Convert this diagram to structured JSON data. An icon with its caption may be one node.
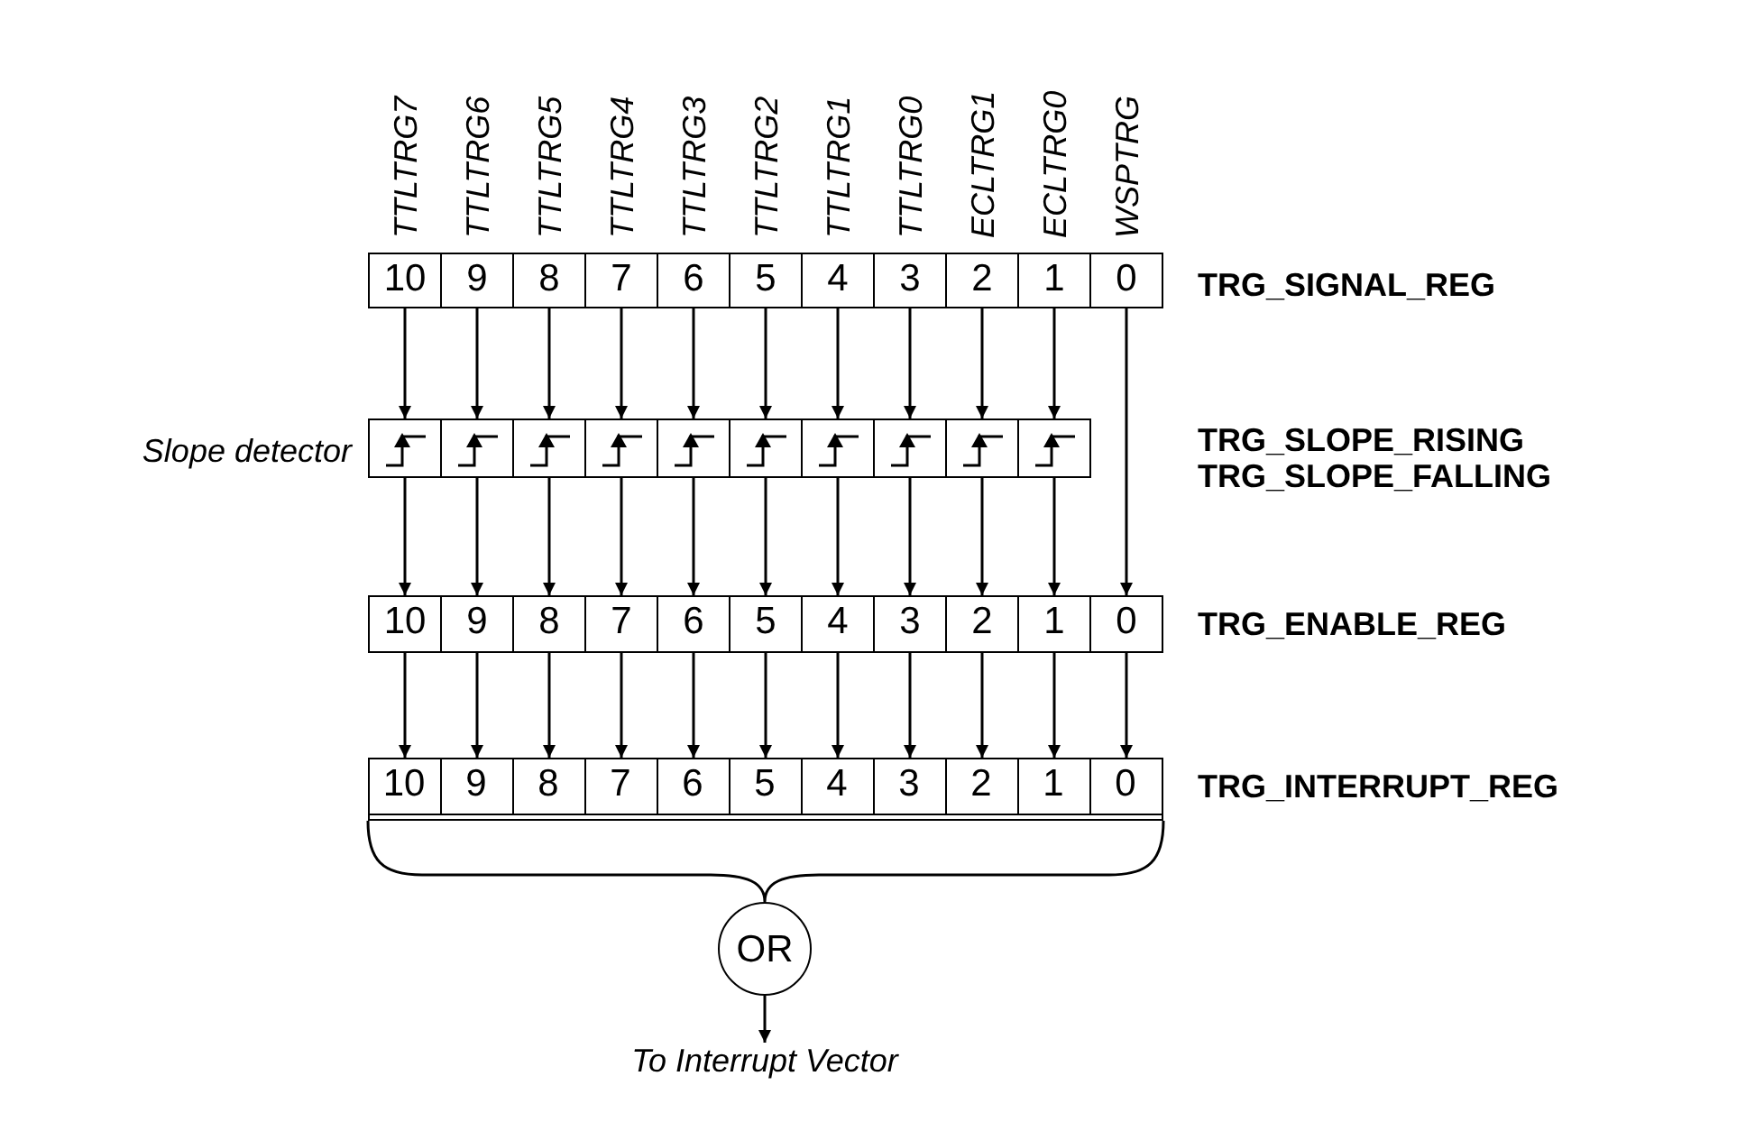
{
  "diagram": {
    "nodes": [
      {
        "text": [
          "10"
        ],
        "beside": [
          "TTLTRG7"
        ]
      },
      {
        "text": [
          "9"
        ],
        "beside": [
          "TTLTRG6"
        ]
      },
      {
        "text": [
          "8"
        ],
        "beside": [
          "TTLTRG5"
        ]
      },
      {
        "text": [
          "7"
        ],
        "beside": [
          "TTLTRG4"
        ]
      },
      {
        "text": [
          "6"
        ],
        "beside": [
          "TTLTRG3"
        ]
      },
      {
        "text": [
          "5"
        ],
        "beside": [
          "TTLTRG2"
        ]
      },
      {
        "text": [
          "4"
        ],
        "beside": [
          "TTLTRG1"
        ]
      },
      {
        "text": [
          "3"
        ],
        "beside": [
          "TTLTRG0"
        ]
      },
      {
        "text": [
          "2"
        ],
        "beside": [
          "ECLTRG1"
        ]
      },
      {
        "text": [
          "1"
        ],
        "beside": [
          "ECLTRG0"
        ]
      },
      {
        "text": [
          "0"
        ],
        "beside": [
          "WSPTRG"
        ]
      },
      {
        "text": [],
        "shape": "box"
      },
      {
        "text": [],
        "shape": "box"
      },
      {
        "text": [],
        "shape": "box"
      },
      {
        "text": [],
        "shape": "box"
      },
      {
        "text": [],
        "shape": "box"
      },
      {
        "text": [],
        "shape": "box"
      },
      {
        "text": [],
        "shape": "box"
      },
      {
        "text": [],
        "shape": "box"
      },
      {
        "text": [],
        "shape": "box"
      },
      {
        "text": [],
        "shape": "box"
      },
      {
        "text": [
          "10"
        ]
      },
      {
        "text": [
          "9"
        ]
      },
      {
        "text": [
          "8"
        ]
      },
      {
        "text": [
          "7"
        ]
      },
      {
        "text": [
          "6"
        ]
      },
      {
        "text": [
          "5"
        ]
      },
      {
        "text": [
          "4"
        ]
      },
      {
        "text": [
          "3"
        ]
      },
      {
        "text": [
          "2"
        ]
      },
      {
        "text": [
          "1"
        ]
      },
      {
        "text": [
          "0"
        ]
      },
      {
        "text": [],
        "shape": "box"
      },
      {
        "text": [
          "10"
        ],
        "in": 32
      },
      {
        "text": [
          "9"
        ],
        "in": 32
      },
      {
        "text": [
          "8"
        ],
        "in": 32
      },
      {
        "text": [
          "7"
        ],
        "in": 32
      },
      {
        "text": [
          "6"
        ],
        "in": 32
      },
      {
        "text": [
          "5"
        ],
        "in": 32
      },
      {
        "text": [
          "4"
        ],
        "in": 32
      },
      {
        "text": [
          "3"
        ],
        "in": 32
      },
      {
        "text": [
          "2"
        ],
        "in": 32
      },
      {
        "text": [
          "1"
        ],
        "in": 32
      },
      {
        "text": [
          "0"
        ],
        "in": 32
      },
      {
        "text": [
          "OR"
        ]
      },
      {
        "text": [
          "To Interrupt Vector"
        ]
      }
    ],
    "edges": [
      {
        "from": 0,
        "to": 11,
        "arrow": "to"
      },
      {
        "from": 1,
        "to": 12,
        "arrow": "to"
      },
      {
        "from": 2,
        "to": 13,
        "arrow": "to"
      },
      {
        "from": 3,
        "to": 14,
        "arrow": "to"
      },
      {
        "from": 4,
        "to": 15,
        "arrow": "to"
      },
      {
        "from": 5,
        "to": 16,
        "arrow": "to"
      },
      {
        "from": 6,
        "to": 17,
        "arrow": "to"
      },
      {
        "from": 7,
        "to": 18,
        "arrow": "to"
      },
      {
        "from": 8,
        "to": 19,
        "arrow": "to"
      },
      {
        "from": 9,
        "to": 20,
        "arrow": "to"
      },
      {
        "from": 11,
        "to": 21,
        "arrow": "to"
      },
      {
        "from": 12,
        "to": 22,
        "arrow": "to"
      },
      {
        "from": 13,
        "to": 23,
        "arrow": "to"
      },
      {
        "from": 14,
        "to": 24,
        "arrow": "to"
      },
      {
        "from": 15,
        "to": 25,
        "arrow": "to"
      },
      {
        "from": 16,
        "to": 26,
        "arrow": "to"
      },
      {
        "from": 17,
        "to": 27,
        "arrow": "to"
      },
      {
        "from": 18,
        "to": 28,
        "arrow": "to"
      },
      {
        "from": 19,
        "to": 29,
        "arrow": "to"
      },
      {
        "from": 20,
        "to": 30,
        "arrow": "to"
      },
      {
        "from": 10,
        "to": 31,
        "arrow": "to"
      },
      {
        "from": 21,
        "to": 33,
        "arrow": "to"
      },
      {
        "from": 22,
        "to": 34,
        "arrow": "to"
      },
      {
        "from": 23,
        "to": 35,
        "arrow": "to"
      },
      {
        "from": 24,
        "to": 36,
        "arrow": "to"
      },
      {
        "from": 25,
        "to": 37,
        "arrow": "to"
      },
      {
        "from": 26,
        "to": 38,
        "arrow": "to"
      },
      {
        "from": 27,
        "to": 39,
        "arrow": "to"
      },
      {
        "from": 28,
        "to": 40,
        "arrow": "to"
      },
      {
        "from": 29,
        "to": 41,
        "arrow": "to"
      },
      {
        "from": 30,
        "to": 42,
        "arrow": "to"
      },
      {
        "from": 31,
        "to": 43,
        "arrow": "to"
      },
      {
        "from": 32,
        "to": 44,
        "arrow": "none"
      },
      {
        "from": 44,
        "to": 45,
        "arrow": "to"
      }
    ],
    "labels": [
      "TRG_SIGNAL_REG",
      "Slope detector",
      "TRG_SLOPE_RISING",
      "TRG_SLOPE_FALLING",
      "TRG_ENABLE_REG",
      "TRG_INTERRUPT_REG"
    ]
  }
}
